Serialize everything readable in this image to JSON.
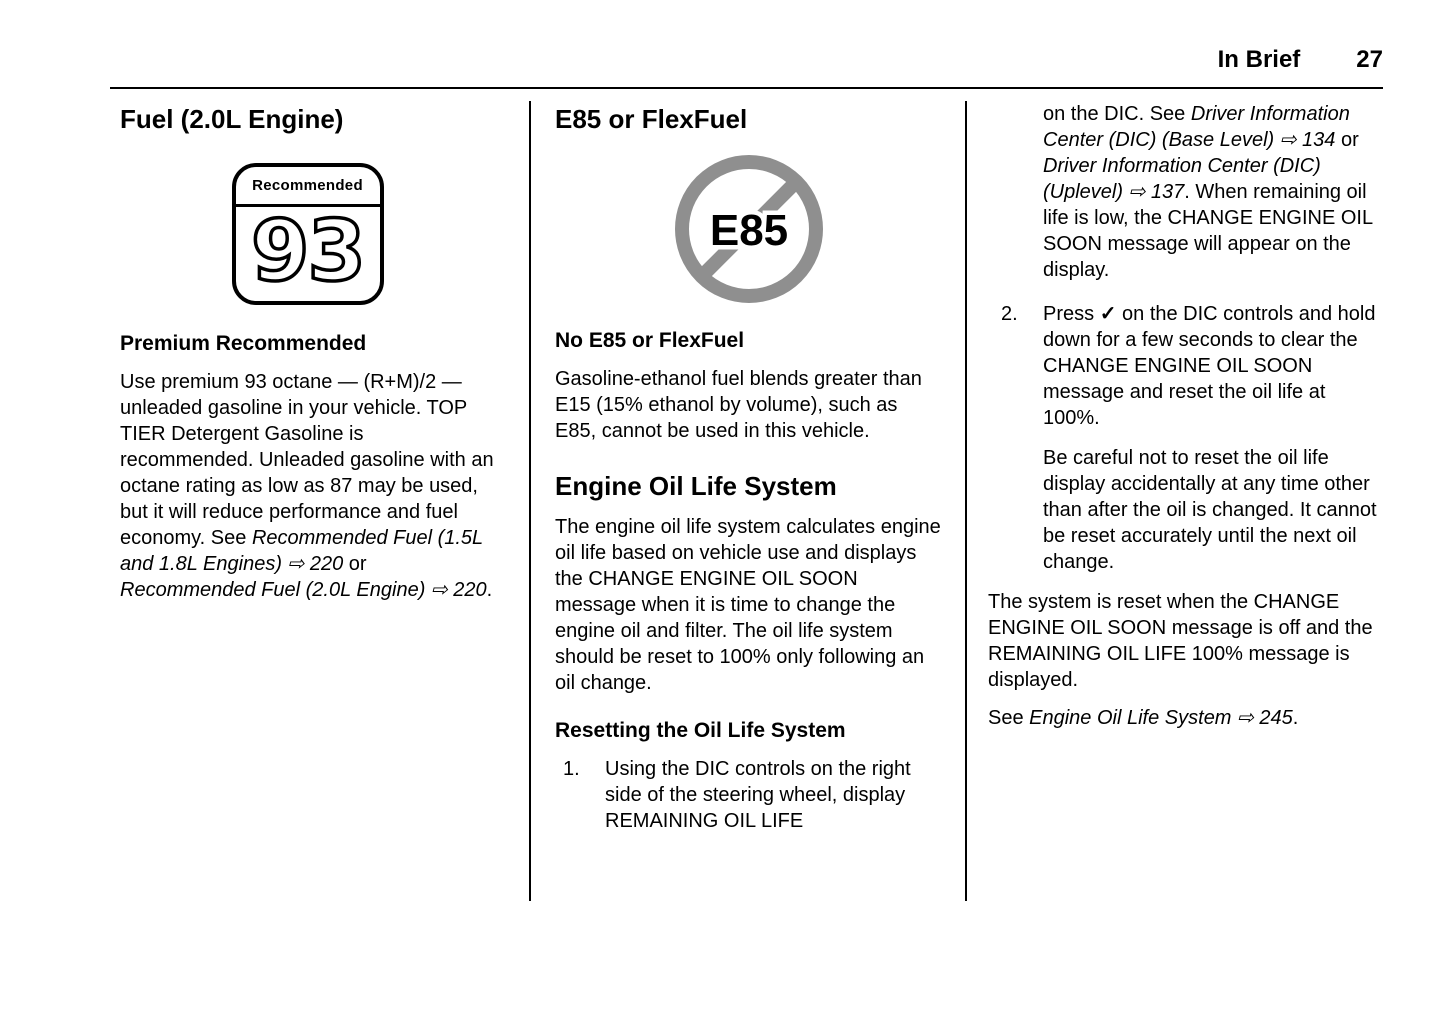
{
  "header": {
    "section_title": "In Brief",
    "page_number": "27"
  },
  "col1": {
    "heading": "Fuel (2.0L Engine)",
    "badge": {
      "label": "Recommended",
      "octane": "93"
    },
    "subheading": "Premium Recommended",
    "body": [
      "Use premium 93 octane — (R+M)/2 — unleaded gasoline in your vehicle. TOP TIER Detergent Gasoline is recommended. Unleaded gasoline with an octane rating as low as 87 may be used, but it will reduce performance and fuel economy. See ",
      "Recommended Fuel (1.5L and 1.8L Engines) ⇨ 220",
      " or ",
      "Recommended Fuel (2.0L Engine) ⇨ 220",
      "."
    ]
  },
  "col2": {
    "heading": "E85 or FlexFuel",
    "sign_label": "E85",
    "subheading": "No E85 or FlexFuel",
    "intro": "Gasoline-ethanol fuel blends greater than E15 (15% ethanol by volume), such as E85, cannot be used in this vehicle.",
    "oil_heading": "Engine Oil Life System",
    "oil_body": "The engine oil life system calculates engine oil life based on vehicle use and displays the CHANGE ENGINE OIL SOON message when it is time to change the engine oil and filter. The oil life system should be reset to 100% only following an oil change.",
    "reset_subheading": "Resetting the Oil Life System",
    "step1": {
      "number": "1.",
      "text": "Using the DIC controls on the right side of the steering wheel, display REMAINING OIL LIFE"
    }
  },
  "col3": {
    "step1_cont": [
      "on the DIC. See ",
      "Driver Information Center (DIC) (Base Level) ⇨ 134",
      " or ",
      "Driver Information Center (DIC) (Uplevel) ⇨ 137",
      ". When remaining oil life is low, the CHANGE ENGINE OIL SOON message will appear on the display."
    ],
    "step2": {
      "number": "2.",
      "segments": [
        "Press ",
        "✓",
        " on the DIC controls and hold down for a few seconds to clear the CHANGE ENGINE OIL SOON message and reset the oil life at 100%."
      ]
    },
    "caution": "Be careful not to reset the oil life display accidentally at any time other than after the oil is changed. It cannot be reset accurately until the next oil change.",
    "reset_para": "The system is reset when the CHANGE ENGINE OIL SOON message is off and the REMAINING OIL LIFE 100% message is displayed.",
    "see_also": [
      "See ",
      "Engine Oil Life System ⇨ 245",
      "."
    ]
  }
}
